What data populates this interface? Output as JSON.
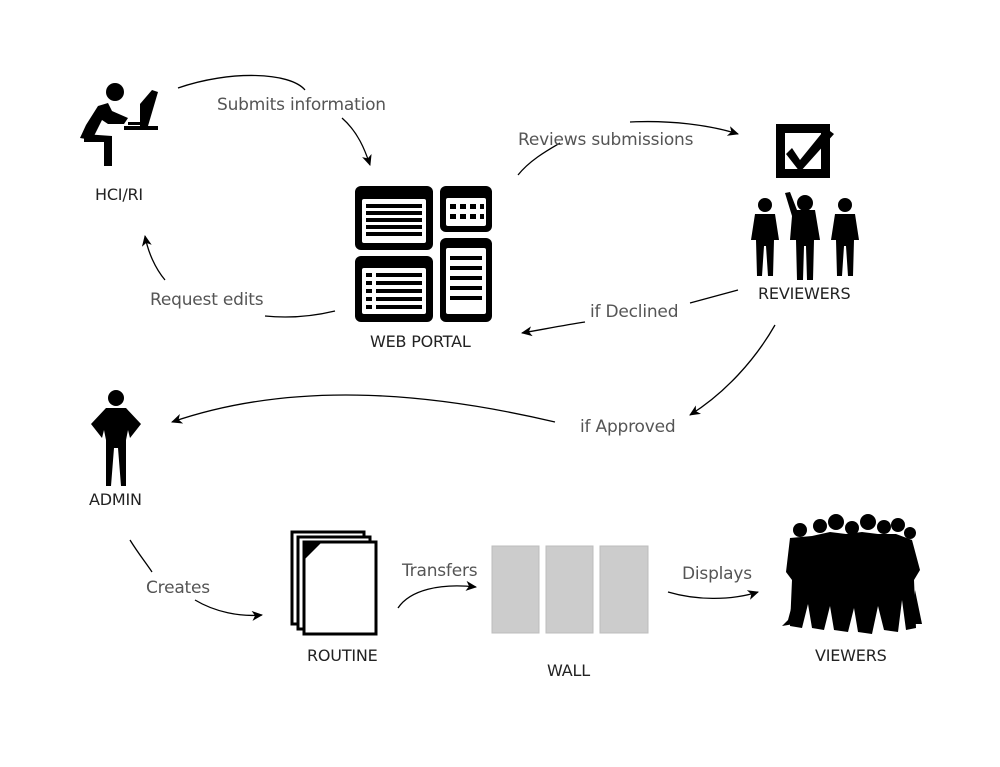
{
  "nodes": {
    "hci": "HCI/RI",
    "web_portal": "WEB PORTAL",
    "reviewers": "REVIEWERS",
    "admin": "ADMIN",
    "routine": "ROUTINE",
    "wall": "WALL",
    "viewers": "VIEWERS"
  },
  "edges": {
    "submits": "Submits information",
    "reviews": "Reviews submissions",
    "request_edits": "Request edits",
    "declined": "if Declined",
    "approved": "if Approved",
    "creates": "Creates",
    "transfers": "Transfers",
    "displays": "Displays"
  },
  "colors": {
    "ink": "#000000",
    "label": "#555555",
    "wall_panel": "#cccccc"
  },
  "icons": [
    "person-at-computer-icon",
    "web-portal-icon",
    "checkbox-edit-icon",
    "reviewers-group-icon",
    "admin-person-icon",
    "documents-stack-icon",
    "wall-panels",
    "crowd-icon"
  ]
}
